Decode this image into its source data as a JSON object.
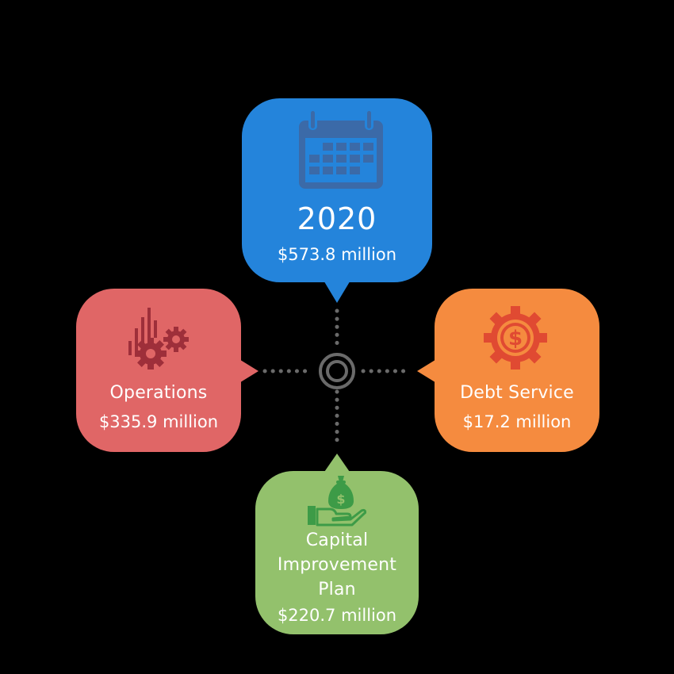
{
  "center": {
    "year": "2020",
    "amount": "$573.8 million"
  },
  "categories": [
    {
      "label": "Operations",
      "amount": "$335.9 million"
    },
    {
      "label": "Debt Service",
      "amount": "$17.2 million"
    },
    {
      "label_lines": [
        "Capital",
        "Improvement",
        "Plan"
      ],
      "amount": "$220.7 million"
    }
  ],
  "icons": {
    "top": "calendar-icon",
    "left": "gears-icon",
    "right": "dollar-gear-icon",
    "bottom": "money-bag-hand-icon"
  },
  "colors": {
    "background": "#000000",
    "top": "#2484db",
    "left": "#e06666",
    "right": "#f58b3f",
    "bottom": "#93c16c",
    "connector": "#6a6a6a",
    "top_icon": "#3b6aa8",
    "left_icon": "#9e2f3a",
    "right_icon": "#e04a32",
    "bottom_icon": "#3d9b47"
  }
}
